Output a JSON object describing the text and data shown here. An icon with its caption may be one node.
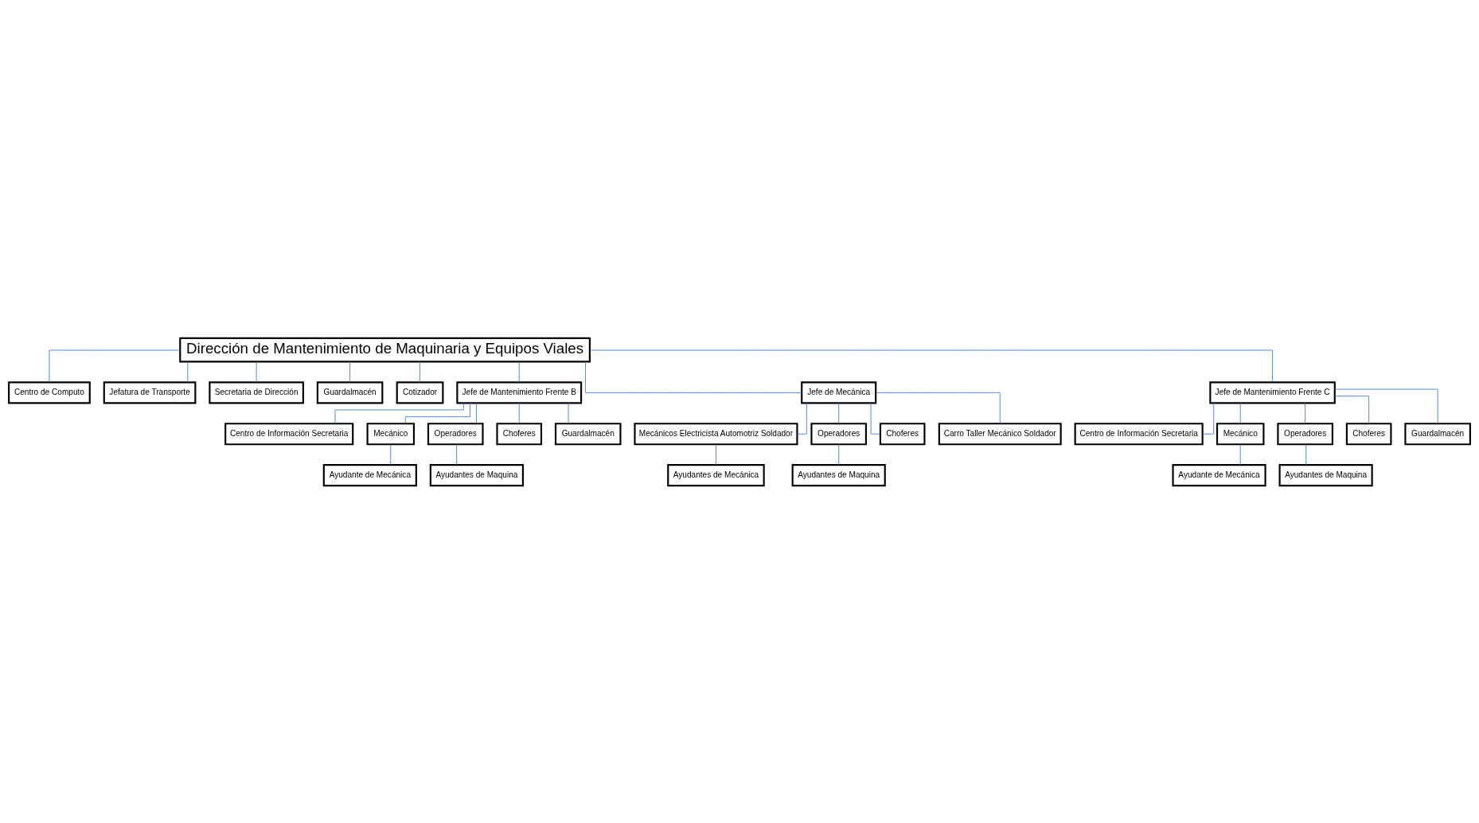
{
  "diagram": {
    "nodes": [
      {
        "text": [
          "Dirección de Mantenimiento de Maquinaria y Equipos Viales"
        ]
      },
      {
        "text": [
          "Centro de Computo"
        ]
      },
      {
        "text": [
          "Jefatura de Transporte"
        ]
      },
      {
        "text": [
          "Secretaria de Dirección"
        ]
      },
      {
        "text": [
          "Guardalmacén"
        ]
      },
      {
        "text": [
          "Cotizador"
        ]
      },
      {
        "text": [
          "Jefe de Mantenimiento Frente B"
        ]
      },
      {
        "text": [
          "Centro de Información Secretaria"
        ]
      },
      {
        "text": [
          "Jefe de Mecánica"
        ]
      },
      {
        "text": [
          "Jefe de Mantenimiento Frente C"
        ]
      },
      {
        "text": [
          "Centro de Información Secretaria"
        ]
      },
      {
        "text": [
          "Mecánico"
        ]
      },
      {
        "text": [
          "Operadores"
        ]
      },
      {
        "text": [
          "Ayudante de Mecánica"
        ]
      },
      {
        "text": [
          "Choferes"
        ]
      },
      {
        "text": [
          "Ayudantes de Maquina"
        ]
      },
      {
        "text": [
          "Guardalmacén"
        ]
      },
      {
        "text": [
          "Mecánicos Electricista Automotriz Soldador"
        ]
      },
      {
        "text": [
          "Operadores"
        ]
      },
      {
        "text": [
          "Ayudantes de Mecánica"
        ]
      },
      {
        "text": [
          "Choferes"
        ]
      },
      {
        "text": [
          "Ayudantes de Maquina"
        ]
      },
      {
        "text": [
          "Carro Taller Mecánico Soldador"
        ]
      },
      {
        "text": [
          "Mecánico"
        ]
      },
      {
        "text": [
          "Operadores"
        ]
      },
      {
        "text": [
          "Ayudante de Mecánica"
        ]
      },
      {
        "text": [
          "Choferes"
        ]
      },
      {
        "text": [
          "Ayudantes de Maquina"
        ]
      },
      {
        "text": [
          "Guardalmacén"
        ]
      }
    ],
    "edges": [
      {
        "from": 0,
        "to": 1,
        "arrow": "none"
      },
      {
        "from": 0,
        "to": 2,
        "arrow": "none"
      },
      {
        "from": 0,
        "to": 3,
        "arrow": "none"
      },
      {
        "from": 0,
        "to": 4,
        "arrow": "none"
      },
      {
        "from": 0,
        "to": 5,
        "arrow": "none"
      },
      {
        "from": 0,
        "to": 6,
        "arrow": "none"
      },
      {
        "from": 0,
        "to": 8,
        "arrow": "none"
      },
      {
        "from": 0,
        "to": 9,
        "arrow": "none"
      },
      {
        "from": 6,
        "to": 7,
        "arrow": "none"
      },
      {
        "from": 9,
        "to": 10,
        "arrow": "none"
      },
      {
        "from": 6,
        "to": 11,
        "arrow": "none"
      },
      {
        "from": 6,
        "to": 12,
        "arrow": "none"
      },
      {
        "from": 6,
        "to": 14,
        "arrow": "none"
      },
      {
        "from": 6,
        "to": 16,
        "arrow": "none"
      },
      {
        "from": 11,
        "to": 13,
        "arrow": "none"
      },
      {
        "from": 12,
        "to": 15,
        "arrow": "none"
      },
      {
        "from": 8,
        "to": 17,
        "arrow": "none"
      },
      {
        "from": 8,
        "to": 18,
        "arrow": "none"
      },
      {
        "from": 8,
        "to": 20,
        "arrow": "none"
      },
      {
        "from": 8,
        "to": 22,
        "arrow": "none"
      },
      {
        "from": 17,
        "to": 19,
        "arrow": "none"
      },
      {
        "from": 18,
        "to": 21,
        "arrow": "none"
      },
      {
        "from": 9,
        "to": 23,
        "arrow": "none"
      },
      {
        "from": 9,
        "to": 24,
        "arrow": "none"
      },
      {
        "from": 9,
        "to": 26,
        "arrow": "none"
      },
      {
        "from": 9,
        "to": 28,
        "arrow": "none"
      },
      {
        "from": 23,
        "to": 25,
        "arrow": "none"
      },
      {
        "from": 24,
        "to": 27,
        "arrow": "none"
      }
    ]
  }
}
